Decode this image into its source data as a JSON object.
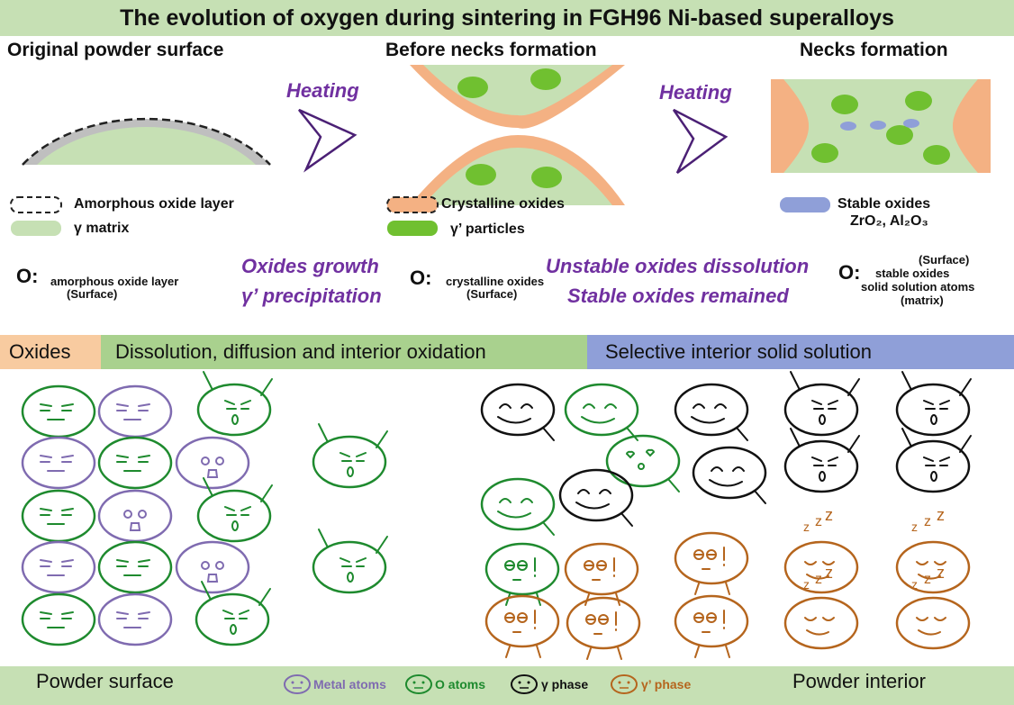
{
  "title": "The evolution of oxygen during sintering in FGH96 Ni-based superalloys",
  "stages": {
    "s1": "Original powder surface",
    "s2": "Before necks formation",
    "s3": "Necks formation"
  },
  "heating1": "Heating",
  "heating2": "Heating",
  "legend": {
    "amorphous": "Amorphous oxide layer",
    "gamma_matrix": "γ matrix",
    "crystalline": "Crystalline oxides",
    "gamma_prime": "γ’ particles",
    "stable1": "Stable oxides",
    "stable2": "ZrO₂, Al₂O₃"
  },
  "o_states": {
    "o_label": "O:",
    "s1_main": "amorphous oxide layer",
    "s1_sub": "(Surface)",
    "s2_main": "crystalline oxides",
    "s2_sub": "(Surface)",
    "s3_l1": "(Surface)",
    "s3_l2": "stable oxides",
    "s3_l3": "solid solution atoms",
    "s3_l4": "(matrix)"
  },
  "processes": {
    "p1": "Oxides growth",
    "p2": "γ’ precipitation",
    "p3": "Unstable oxides dissolution",
    "p4": "Stable oxides remained"
  },
  "bands": {
    "b1": "Oxides",
    "b2": "Dissolution, diffusion and interior oxidation",
    "b3": "Selective interior solid solution"
  },
  "footer": {
    "left": "Powder surface",
    "right": "Powder interior",
    "metal": "Metal atoms",
    "oatoms": "O atoms",
    "gamma": "γ phase",
    "gprime": "γ’ phase"
  },
  "zzz": "z",
  "colors": {
    "title_bg": "#c6e0b4",
    "matrix": "#c6e0b4",
    "particle": "#70c030",
    "oxide_orange": "#f4b183",
    "amorphous_gray": "#bfbfbf",
    "stable_blue": "#8f9fd8",
    "purple_text": "#7030a0",
    "band_orange": "#f8cba0",
    "band_green": "#a9d18e",
    "band_blue": "#8f9fd8",
    "metal_atom": "#7f6bb0",
    "o_atom": "#1e8a2e",
    "gamma_atom": "#111111",
    "gprime_atom": "#b5651d"
  }
}
